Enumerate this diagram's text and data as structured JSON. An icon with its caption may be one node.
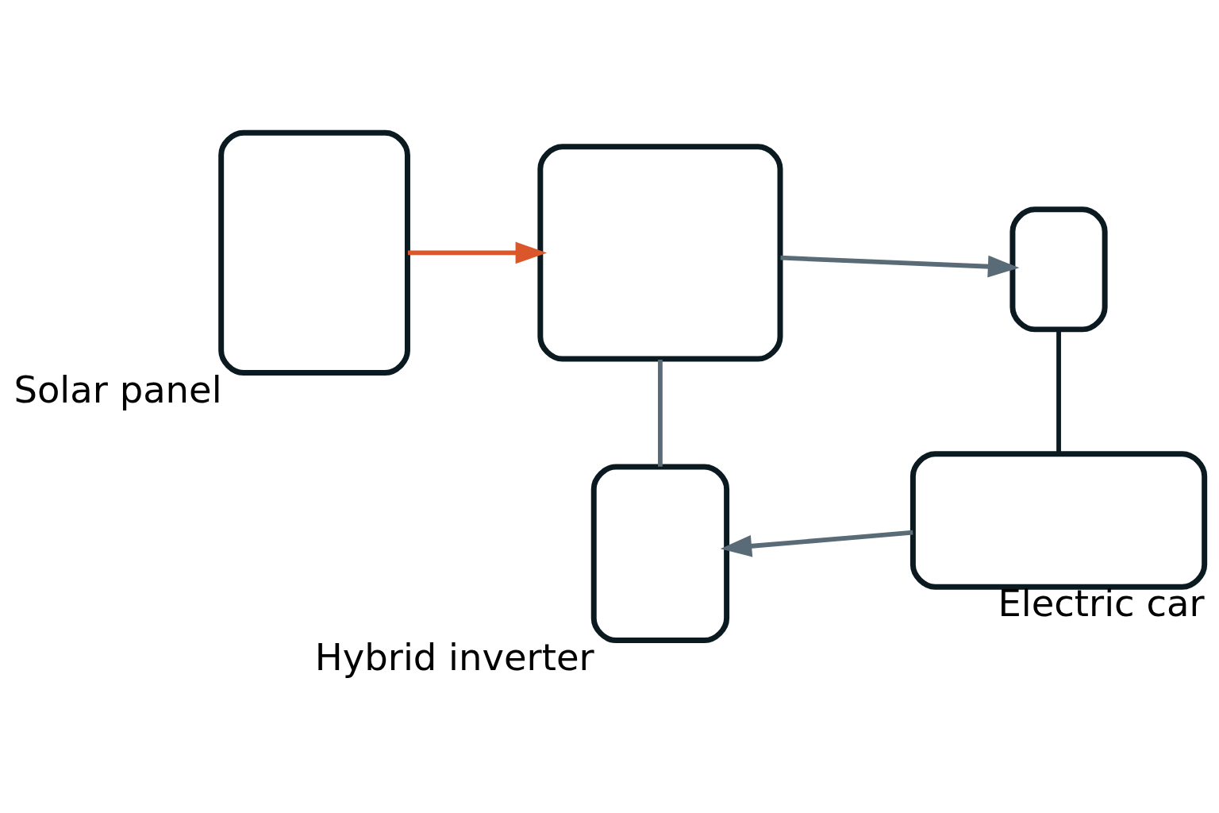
{
  "diagram": {
    "nodes": [
      {
        "text": [],
        "shape": "box",
        "beside": [
          "Solar panel"
        ]
      },
      {
        "text": [],
        "shape": "box"
      },
      {
        "text": [],
        "shape": "box"
      },
      {
        "text": [],
        "shape": "box",
        "beside": [
          "Hybrid inverter"
        ]
      },
      {
        "text": [],
        "shape": "box",
        "beside": [
          "Electric car"
        ]
      }
    ],
    "edges": [
      {
        "from": 0,
        "to": 1,
        "arrow": "to",
        "color": "#d9572b"
      },
      {
        "from": 1,
        "to": 2,
        "arrow": "to"
      },
      {
        "from": 1,
        "to": 3,
        "arrow": "none"
      },
      {
        "from": 2,
        "to": 4,
        "arrow": "none",
        "color": "#0b1a20"
      },
      {
        "from": 4,
        "to": 3,
        "arrow": "to"
      }
    ]
  }
}
